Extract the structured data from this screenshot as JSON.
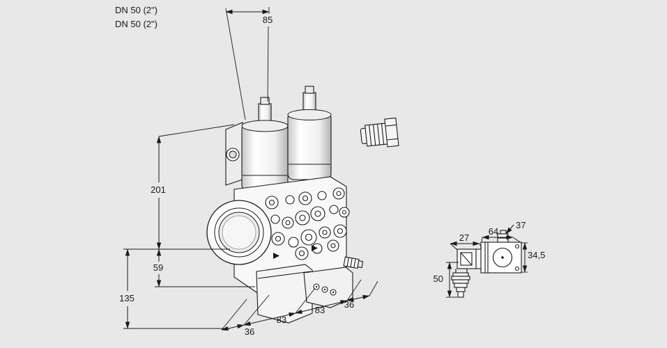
{
  "colors": {
    "background": "#e8e8e8",
    "line": "#1a1a1a",
    "fill": "#ffffff"
  },
  "labels": {
    "pipe_size_line1": "DN 50 (2\")",
    "pipe_size_line2": "DN 50 (2\")"
  },
  "dims": {
    "d85": "85",
    "d201": "201",
    "d59": "59",
    "d135": "135",
    "d36_left": "36",
    "d83_left": "83",
    "d83_right": "83",
    "d36_right": "36"
  },
  "side": {
    "d27": "27",
    "d64": "64",
    "d37": "37",
    "d34_5": "34,5",
    "d50": "50"
  }
}
